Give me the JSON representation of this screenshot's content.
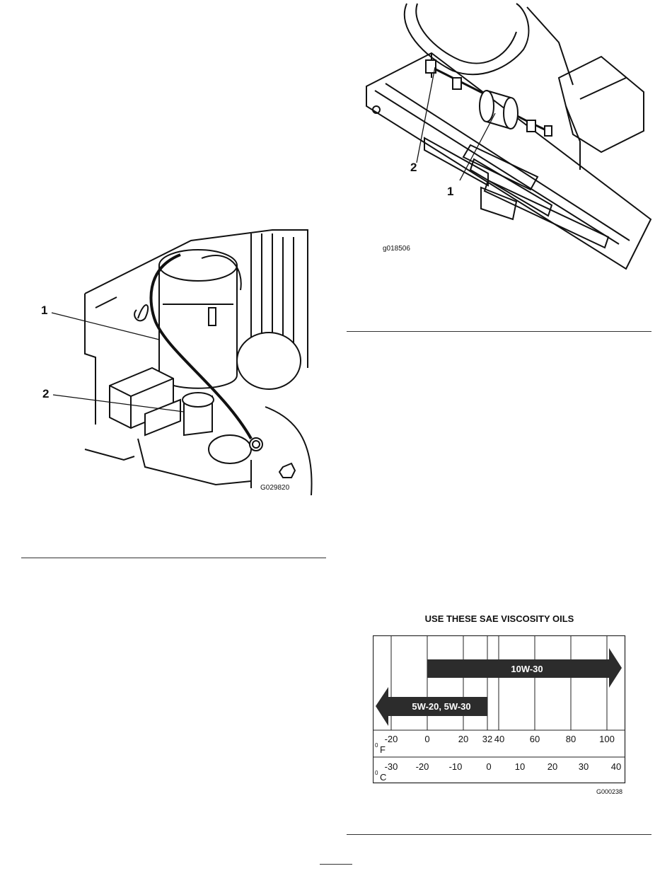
{
  "figure_engine": {
    "callout_1": "1",
    "callout_2": "2",
    "code": "G029820"
  },
  "figure_filter": {
    "callout_1": "1",
    "callout_2": "2",
    "code": "g018506"
  },
  "oil_chart": {
    "title": "USE THESE SAE VISCOSITY OILS",
    "bar_upper_label": "10W-30",
    "bar_lower_label": "5W-20, 5W-30",
    "f_unit": "F",
    "c_unit": "C",
    "degree_symbol": "0",
    "f_ticks": [
      "-20",
      "0",
      "20",
      "32",
      "40",
      "60",
      "80",
      "100"
    ],
    "c_ticks": [
      "-30",
      "-20",
      "-10",
      "0",
      "10",
      "20",
      "30",
      "40"
    ],
    "code": "G000238"
  }
}
